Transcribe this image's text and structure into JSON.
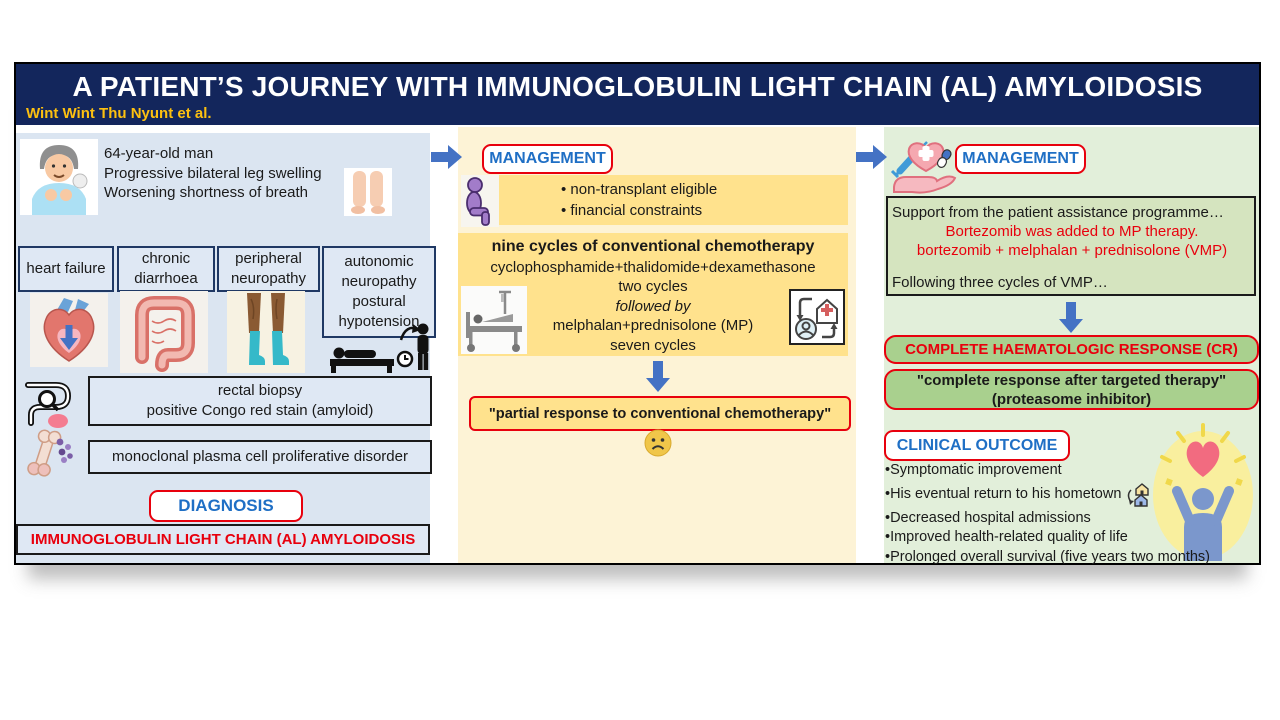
{
  "header": {
    "title": "A PATIENT’S JOURNEY WITH IMMUNOGLOBULIN LIGHT CHAIN (AL) AMYLOIDOSIS",
    "author": "Wint Wint Thu Nyunt et al."
  },
  "left": {
    "patient_lines": [
      "64-year-old man",
      "Progressive bilateral leg swelling",
      "Worsening shortness of breath"
    ],
    "symptoms": [
      "heart failure",
      "chronic diarrhoea",
      "peripheral neuropathy",
      "autonomic neuropathy postural hypotension"
    ],
    "biopsy_line1": "rectal biopsy",
    "biopsy_line2": "positive Congo red stain (amyloid)",
    "monoclonal": "monoclonal plasma cell proliferative disorder",
    "diagnosis_label": "DIAGNOSIS",
    "diagnosis_result": "IMMUNOGLOBULIN LIGHT CHAIN (AL) AMYLOIDOSIS"
  },
  "middle": {
    "management_label": "MANAGEMENT",
    "constraints": [
      "•  non-transplant eligible",
      "•  financial constraints"
    ],
    "chemo_title": "nine cycles of conventional chemotherapy",
    "chemo_line1": "cyclophosphamide+thalidomide+dexamethasone",
    "chemo_line2": "two cycles",
    "chemo_line3": "followed by",
    "chemo_line4": "melphalan+prednisolone (MP)",
    "chemo_line5": "seven cycles",
    "partial_response": "\"partial response to conventional chemotherapy\""
  },
  "right": {
    "management_label": "MANAGEMENT",
    "support_line1": "Support from the patient assistance programme…",
    "support_line2": "Bortezomib was added to MP therapy.",
    "support_line3": "bortezomib + melphalan + prednisolone (VMP)",
    "support_line4": "Following three cycles of VMP…",
    "cr_label": "COMPLETE HAEMATOLOGIC RESPONSE (CR)",
    "targeted_line1": "\"complete response after targeted therapy\"",
    "targeted_line2": "(proteasome inhibitor)",
    "outcome_label": "CLINICAL OUTCOME",
    "outcomes": [
      "•Symptomatic improvement",
      "•His eventual return to his hometown",
      "•Decreased hospital admissions",
      "•Improved health-related quality of life",
      "•Prolonged overall survival (five years two months)"
    ]
  },
  "icons": {
    "patient-icon": "elderly man, shortness of breath",
    "legs-icon": "swollen legs",
    "heart-failure-icon": "heart with down arrow",
    "intestine-icon": "large bowel",
    "neuropathy-legs-icon": "legs with stockings",
    "bed-rest-icon": "person lying in bed",
    "postural-icon": "standing person with clock arrow",
    "colonoscopy-icon": "bowel with magnifier",
    "bone-marrow-icon": "bone with plasma cells",
    "sitting-person-icon": "seated patient",
    "hospital-bed-icon": "hospital bed with drip",
    "readmission-icon": "hospital-person cycle",
    "sad-face-icon": "frowning face",
    "hand-heart-icon": "hand offering heart, syringe and pill",
    "return-home-icon": "two houses with arrow",
    "celebration-icon": "person raising arms under glowing heart",
    "arrow-icon": "blue block arrow"
  },
  "colors": {
    "navy": "#13265c",
    "gold": "#fdc010",
    "left_bg": "#dbe5f1",
    "mid_bg": "#fdf3d6",
    "right_bg": "#e2efda",
    "inner_yellow": "#ffe28d",
    "support_green": "#d5e4bf",
    "response_green": "#a9d08e",
    "red": "#e8000d",
    "label_blue": "#1f6fc5",
    "arrow_blue": "#4472c4"
  }
}
